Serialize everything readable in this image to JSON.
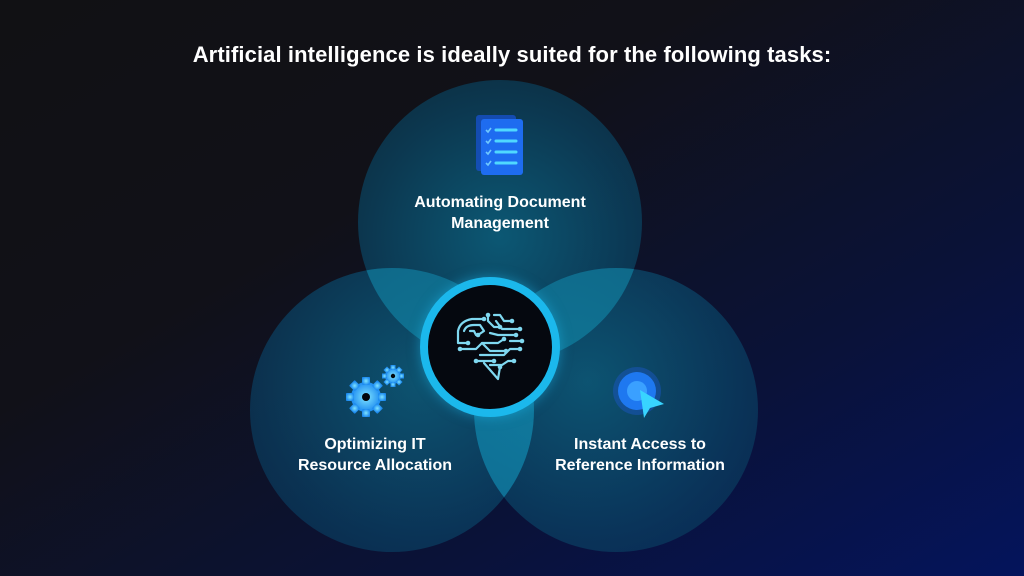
{
  "title": "Artificial intelligence is ideally suited for the following tasks:",
  "diagram": {
    "type": "venn",
    "center": {
      "icon": "circuit-brain-icon"
    },
    "circles": [
      {
        "position": "top",
        "label_line1": "Automating Document",
        "label_line2": "Management",
        "icon": "document-checklist-icon"
      },
      {
        "position": "bottom-left",
        "label_line1": "Optimizing IT",
        "label_line2": "Resource Allocation",
        "icon": "gears-icon"
      },
      {
        "position": "bottom-right",
        "label_line1": "Instant Access to",
        "label_line2": "Reference Information",
        "icon": "target-cursor-icon"
      }
    ]
  },
  "colors": {
    "background_dark": "#111114",
    "background_navy": "#04145c",
    "circle_teal": "#0c6482",
    "hub_ring": "#1bb8ec",
    "icon_blue": "#1e7cf0",
    "text": "#ffffff"
  }
}
